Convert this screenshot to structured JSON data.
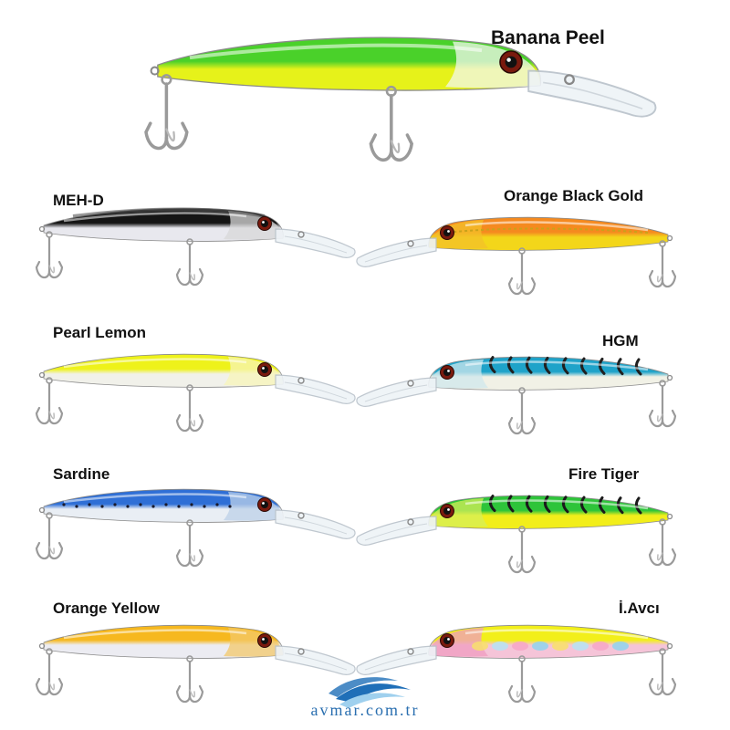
{
  "lures": [
    {
      "id": "banana-peel",
      "name": "Banana Peel",
      "colors": {
        "back": "#4ad12a",
        "belly": "#e6f21a",
        "head": "#f2f7ee",
        "accent": "#e8c8a8"
      }
    },
    {
      "id": "meh-d",
      "name": "MEH-D",
      "colors": {
        "back": "#151515",
        "belly": "#e8e8ee",
        "head": "#d8d8d8",
        "accent": "#9a9aa0"
      }
    },
    {
      "id": "orange-black-gold",
      "name": "Orange Black Gold",
      "colors": {
        "back": "#f58a1f",
        "belly": "#f3d61a",
        "head": "#f3c02a",
        "accent": "#c9a21a"
      }
    },
    {
      "id": "pearl-lemon",
      "name": "Pearl Lemon",
      "colors": {
        "back": "#eef21a",
        "belly": "#f1f1ea",
        "head": "#f7f4b8",
        "accent": "#e0a040"
      }
    },
    {
      "id": "hgm",
      "name": "HGM",
      "colors": {
        "back": "#1fa3c9",
        "belly": "#f1f1e6",
        "head": "#cfe7ec",
        "accent": "#202020"
      }
    },
    {
      "id": "sardine",
      "name": "Sardine",
      "colors": {
        "back": "#2f6fd6",
        "belly": "#e9eef4",
        "head": "#bcd0e8",
        "accent": "#1a1a2a"
      }
    },
    {
      "id": "fire-tiger",
      "name": "Fire Tiger",
      "colors": {
        "back": "#2ec43a",
        "belly": "#f2ee1a",
        "head": "#d6ef5a",
        "accent": "#1a1a1a"
      }
    },
    {
      "id": "orange-yellow",
      "name": "Orange Yellow",
      "colors": {
        "back": "#f6b81f",
        "belly": "#ececf2",
        "head": "#f3c86a",
        "accent": "#dcdcff"
      }
    },
    {
      "id": "i-avci",
      "name": "İ.Avcı",
      "colors": {
        "back": "#f2ef1a",
        "belly": "#f5c4d8",
        "head": "#ef9cc0",
        "accent": "#8fd3ee"
      }
    }
  ],
  "brand": {
    "text": "avmar.com.tr",
    "color": "#2a6fb0",
    "wave_color": "#1f6fb8",
    "wave_light": "#9fd0ee"
  }
}
